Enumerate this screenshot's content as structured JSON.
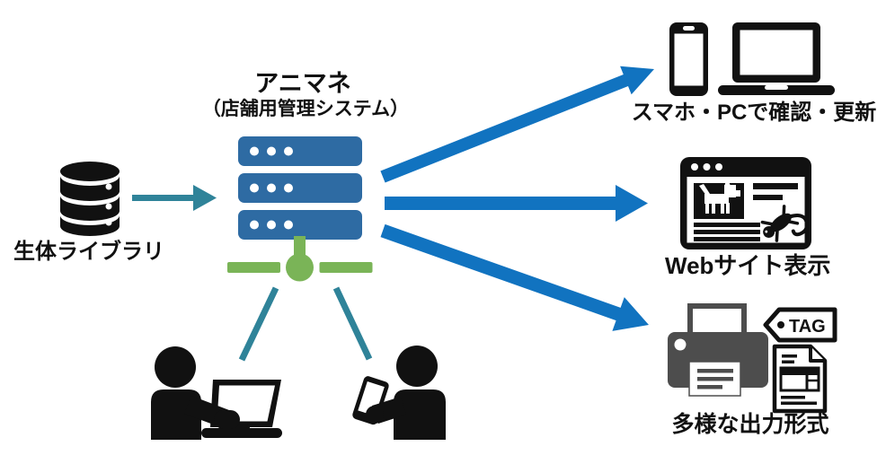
{
  "colors": {
    "arrow_blue": "#1173c0",
    "teal": "#2f8399",
    "server_blue": "#2e6ba3",
    "green": "#7ab457",
    "icon_black": "#111111",
    "printer_gray": "#4d4d4d",
    "text": "#111111",
    "background": "#ffffff"
  },
  "system": {
    "title": "アニマネ",
    "subtitle": "（店舗用管理システム）",
    "icon": "server"
  },
  "source": {
    "label": "生体ライブラリ",
    "icon": "database"
  },
  "network": {
    "icon": "network-hub",
    "users": [
      "staff-with-laptop",
      "staff-with-phone"
    ]
  },
  "outputs": [
    {
      "id": "smartphone-pc",
      "label": "スマホ・PCで確認・更新",
      "icons": [
        "smartphone",
        "laptop"
      ]
    },
    {
      "id": "website",
      "label": "Webサイト表示",
      "icons": [
        "browser-window",
        "dog",
        "gecko"
      ]
    },
    {
      "id": "print-formats",
      "label": "多様な出力形式",
      "icons": [
        "printer",
        "tag-label",
        "document"
      ],
      "tag_text": "TAG"
    }
  ]
}
